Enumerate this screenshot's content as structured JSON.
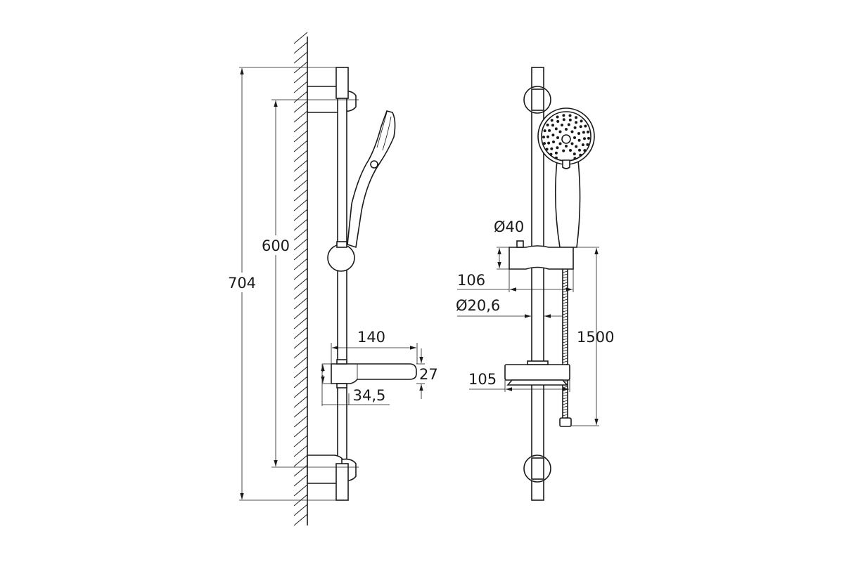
{
  "dimensions": {
    "overall_height": "704",
    "bracket_spacing": "600",
    "shelf_width": "140",
    "shelf_height": "27",
    "shelf_offset": "34,5",
    "holder_diameter": "Ø40",
    "holder_projection": "106",
    "rail_diameter": "Ø20,6",
    "hose_length": "1500",
    "shelf_projection": "105"
  }
}
